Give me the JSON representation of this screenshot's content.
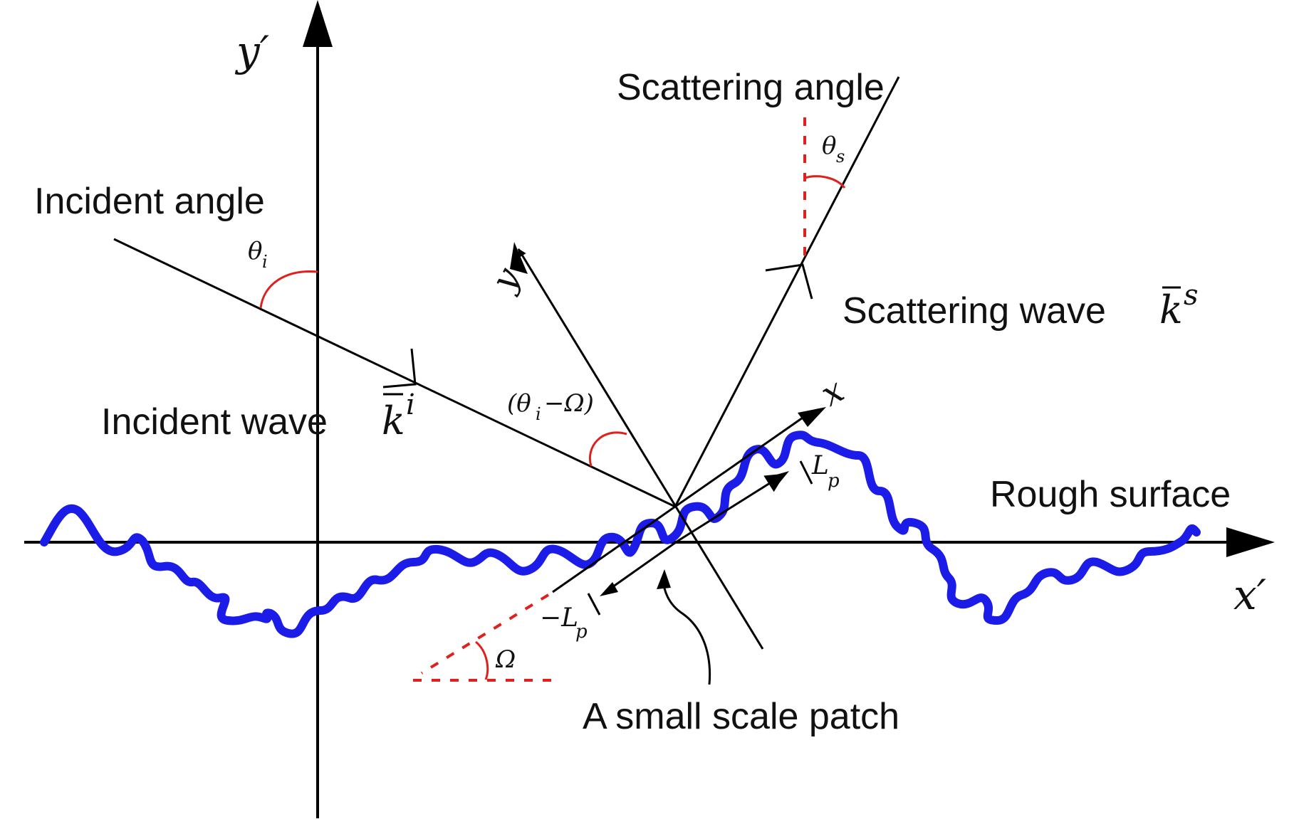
{
  "labels": {
    "y_prime_axis": "y′",
    "x_prime_axis": "x′",
    "y_axis": "y",
    "x_axis": "x",
    "incident_angle": "Incident angle",
    "scattering_angle": "Scattering angle",
    "incident_wave": "Incident wave",
    "scattering_wave": "Scattering wave",
    "rough_surface": "Rough surface",
    "small_patch": "A small scale patch"
  },
  "symbols": {
    "k_i_base": "k",
    "k_i_sup": "i",
    "k_s_base": "k",
    "k_s_sup": "s",
    "theta": "θ",
    "theta_i_sub": "i",
    "theta_s_sub": "s",
    "theta_diff_open": "(θ",
    "theta_diff_sub": "i",
    "theta_diff_rest": "−Ω)",
    "omega": "Ω",
    "Lp_base": "L",
    "Lp_sub": "p",
    "neg_Lp_base": "−L",
    "neg_Lp_sub": "p"
  },
  "colors": {
    "surface": "#1c1ce8",
    "angle_arcs": "#e0201c",
    "lines": "#000000"
  }
}
